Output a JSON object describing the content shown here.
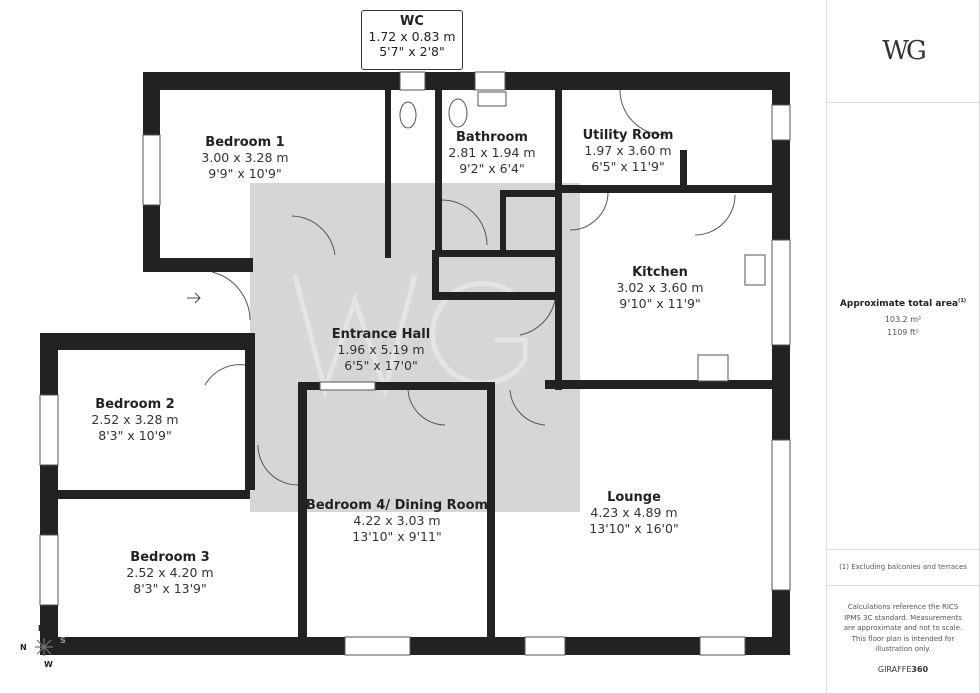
{
  "rooms": {
    "wc": {
      "name": "WC",
      "metric": "1.72 x 0.83 m",
      "imperial": "5'7\" x 2'8\""
    },
    "bedroom1": {
      "name": "Bedroom 1",
      "metric": "3.00 x 3.28 m",
      "imperial": "9'9\" x 10'9\""
    },
    "bathroom": {
      "name": "Bathroom",
      "metric": "2.81 x 1.94 m",
      "imperial": "9'2\" x 6'4\""
    },
    "utility": {
      "name": "Utility Room",
      "metric": "1.97 x 3.60 m",
      "imperial": "6'5\" x 11'9\""
    },
    "kitchen": {
      "name": "Kitchen",
      "metric": "3.02 x 3.60 m",
      "imperial": "9'10\" x 11'9\""
    },
    "hall": {
      "name": "Entrance Hall",
      "metric": "1.96 x 5.19 m",
      "imperial": "6'5\" x 17'0\""
    },
    "bedroom2": {
      "name": "Bedroom 2",
      "metric": "2.52 x 3.28 m",
      "imperial": "8'3\" x 10'9\""
    },
    "bedroom4": {
      "name": "Bedroom 4/ Dining Room",
      "metric": "4.22 x 3.03 m",
      "imperial": "13'10\" x 9'11\""
    },
    "lounge": {
      "name": "Lounge",
      "metric": "4.23 x 4.89 m",
      "imperial": "13'10\" x 16'0\""
    },
    "bedroom3": {
      "name": "Bedroom 3",
      "metric": "2.52 x 4.20 m",
      "imperial": "8'3\" x 13'9\""
    }
  },
  "watermark": "WG",
  "compass": {
    "n": "N",
    "e": "E",
    "w": "W",
    "s": "S"
  },
  "sidebar": {
    "logo": "WG",
    "area_title": "Approximate total area",
    "area_note_mark": "(1)",
    "area_m2": "103.2 m²",
    "area_ft2": "1109 ft²",
    "footnote": "(1) Excluding balconies and terraces",
    "disclaimer": "Calculations reference the RICS IPMS 3C standard. Measurements are approximate and not to scale. This floor plan is intended for illustration only.",
    "brand_a": "GIRAFFE",
    "brand_b": "360"
  }
}
